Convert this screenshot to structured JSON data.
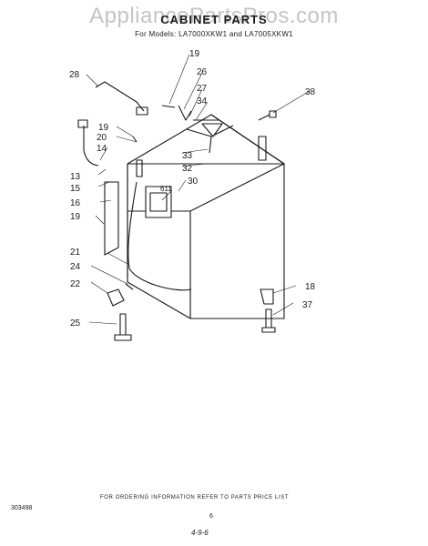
{
  "watermark": "AppliancePartsPros.com",
  "title": "CABINET PARTS",
  "subtitle": "For Models: LA7000XKW1 and LA7005XKW1",
  "footer_note": "FOR ORDERING INFORMATION REFER TO PARTS PRICE LIST",
  "doc_code": "303498",
  "page_number": "6",
  "handwritten_note": "4-9-6",
  "callouts": [
    "28",
    "19",
    "26",
    "27",
    "34",
    "38",
    "19",
    "20",
    "14",
    "33",
    "32",
    "30",
    "13",
    "15",
    "16",
    "19",
    "21",
    "24",
    "22",
    "25",
    "18",
    "37",
    "611"
  ]
}
